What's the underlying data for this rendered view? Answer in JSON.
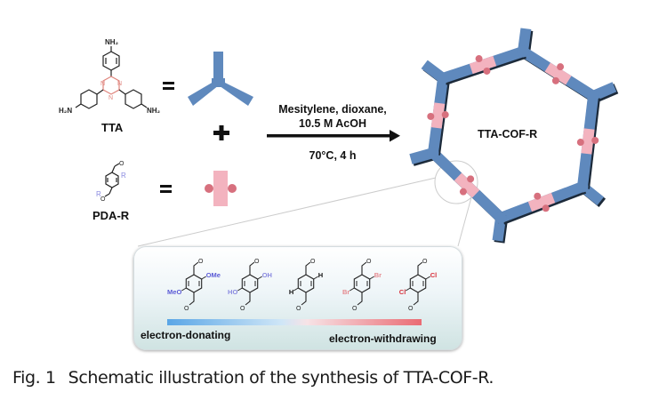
{
  "figure": {
    "reactant1": {
      "name": "TTA",
      "substituent": "NH₂",
      "ring_atom": "N",
      "symbol": "tritopic-node"
    },
    "reactant2": {
      "name": "PDA-R",
      "substituent": "R",
      "symbol": "linker-block"
    },
    "equals_symbol": "=",
    "plus_symbol": "+",
    "conditions": {
      "line1": "Mesitylene, dioxane,",
      "line2": "10.5 M AcOH",
      "line3": "70°C, 4 h"
    },
    "product": {
      "name": "TTA-COF-R"
    },
    "substituent_panel": {
      "linkers": [
        {
          "left_group": "MeO",
          "right_group": "OMe",
          "color": "#5b5bd6"
        },
        {
          "left_group": "HO",
          "right_group": "OH",
          "color": "#8a8ae0"
        },
        {
          "left_group": "H",
          "right_group": "H",
          "color": "#111111"
        },
        {
          "left_group": "Br",
          "right_group": "Br",
          "color": "#e58a8f"
        },
        {
          "left_group": "Cl",
          "right_group": "Cl",
          "color": "#d8323c"
        }
      ],
      "scale_left": "electron-donating",
      "scale_right": "electron-withdrawing"
    },
    "colors": {
      "node_blue": "#5f89bd",
      "linker_pink": "#f3b3bf",
      "linker_dot": "#d7707e",
      "triazine_pink": "#e0857d",
      "gradient_start": "#5aa6e6",
      "gradient_end": "#ea6b73"
    }
  },
  "caption": {
    "label": "Fig. 1",
    "text": "Schematic illustration of the synthesis of TTA-COF-R."
  }
}
